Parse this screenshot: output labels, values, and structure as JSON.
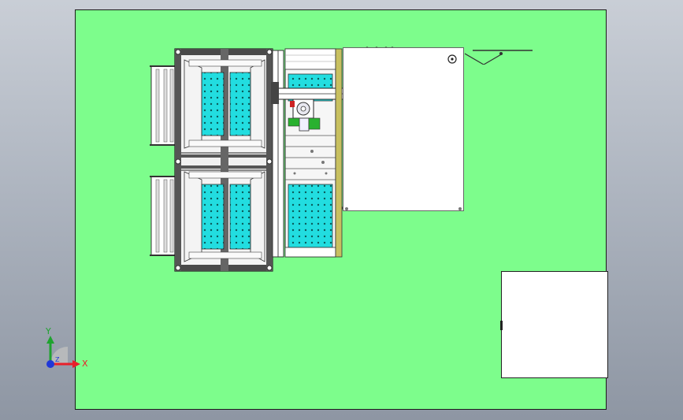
{
  "viewport": {
    "background_top": "#c9ced6",
    "background_bottom": "#8e96a3"
  },
  "plate": {
    "color": "#7dfd8c"
  },
  "machine": {
    "station_color": "#22dde0",
    "frame_color": "#3a3a3a",
    "rail_color": "#d8d8d8",
    "mount_color": "#c8c060",
    "motor_color": "#29b12f"
  },
  "triad": {
    "x_label": "X",
    "y_label": "Y",
    "z_label": "Z",
    "x_color": "#e8202a",
    "y_color": "#1fa32f",
    "z_color": "#2038d8"
  }
}
